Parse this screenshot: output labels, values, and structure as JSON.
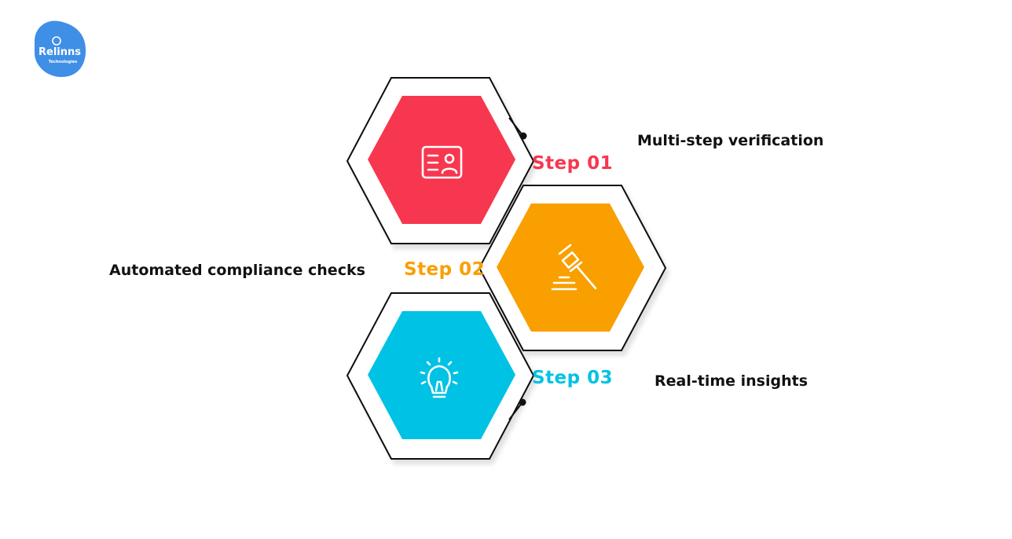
{
  "logo": {
    "name": "Relinns",
    "tagline": "Technologies",
    "color": "#3f8fe6"
  },
  "steps": [
    {
      "label": "Step 01",
      "description": "Multi-step verification",
      "color": "#f7374f",
      "icon": "id-card-icon"
    },
    {
      "label": "Step 02",
      "description": "Automated compliance checks",
      "color": "#f99f00",
      "icon": "gavel-icon"
    },
    {
      "label": "Step 03",
      "description": "Real-time insights",
      "color": "#00c2e4",
      "icon": "lightbulb-icon"
    }
  ]
}
